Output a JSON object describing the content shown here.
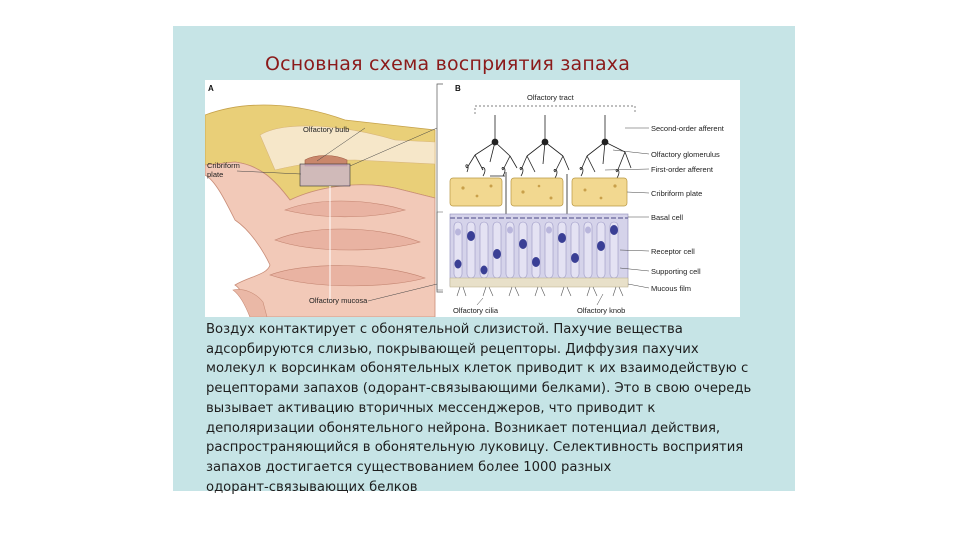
{
  "slide": {
    "title": "Основная схема восприятия запаха",
    "figure": {
      "panel_a": "A",
      "panel_b": "B",
      "labels_a": {
        "olfactory_bulb": "Olfactory bulb",
        "cribriform_plate_1": "Cribriform",
        "cribriform_plate_2": "plate",
        "olfactory_mucosa": "Olfactory mucosa"
      },
      "labels_b": {
        "olfactory_tract": "Olfactory tract",
        "second_order_afferent": "Second-order afferent",
        "olfactory_glomerulus": "Olfactory glomerulus",
        "first_order_afferent": "First-order afferent",
        "cribriform_plate": "Cribriform plate",
        "basal_cell": "Basal cell",
        "receptor_cell": "Receptor cell",
        "supporting_cell": "Supporting cell",
        "mucous_film": "Mucous film",
        "olfactory_cilia": "Olfactory cilia",
        "olfactory_knob": "Olfactory knob"
      }
    },
    "text_lines": [
      "Воздух контактирует с обонятельной слизистой. Пахучие вещества",
      "адсорбируются слизью, покрывающей рецепторы. Диффузия пахучих",
      "молекул к ворсинкам обонятельных клеток приводит к их взаимодействую с",
      "рецепторами запахов (одорант-связывающими белками). Это в свою очередь",
      "вызывает активацию вторичных мессенджеров, что приводит к",
      "деполяризации обонятельного нейрона. Возникает потенциал действия,",
      "распространяющийся в обонятельную луковицу. Селективность восприятия",
      "запахов достигается существованием более 1000 разных",
      "одорант-связывающих белков"
    ]
  }
}
